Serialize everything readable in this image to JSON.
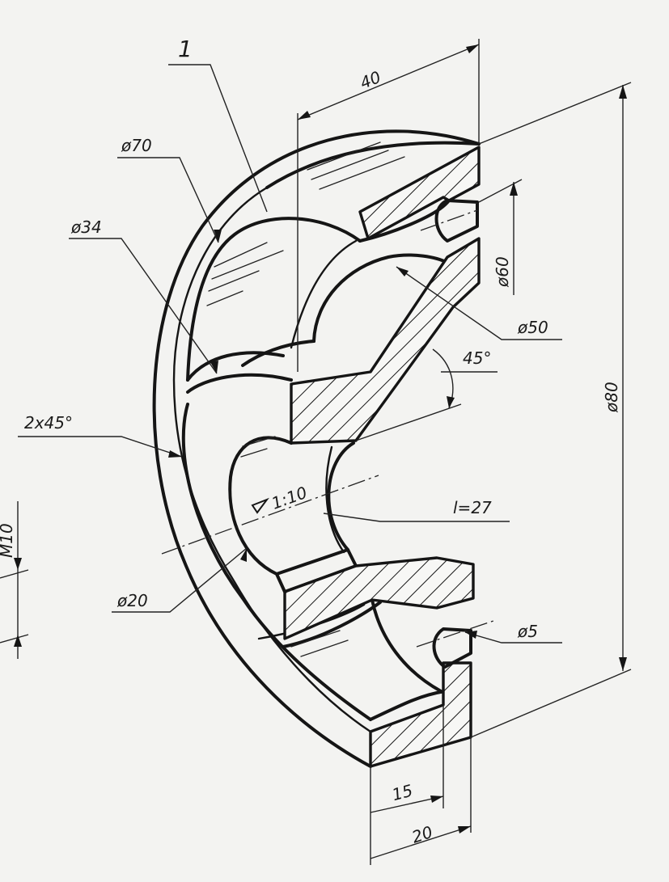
{
  "part_number": "1",
  "dimensions": {
    "length_40": "40",
    "dia_70": "ø70",
    "dia_34": "ø34",
    "dia_60": "ø60",
    "dia_50": "ø50",
    "angle_45": "45°",
    "dia_80": "ø80",
    "chamfer": "2x45°",
    "taper": "1:10",
    "length_l": "l=27",
    "dia_20": "ø20",
    "dia_5": "ø5",
    "length_15": "15",
    "length_20": "20",
    "thread": "M10"
  },
  "colors": {
    "ink": "#151515",
    "paper": "#f3f3f1"
  }
}
